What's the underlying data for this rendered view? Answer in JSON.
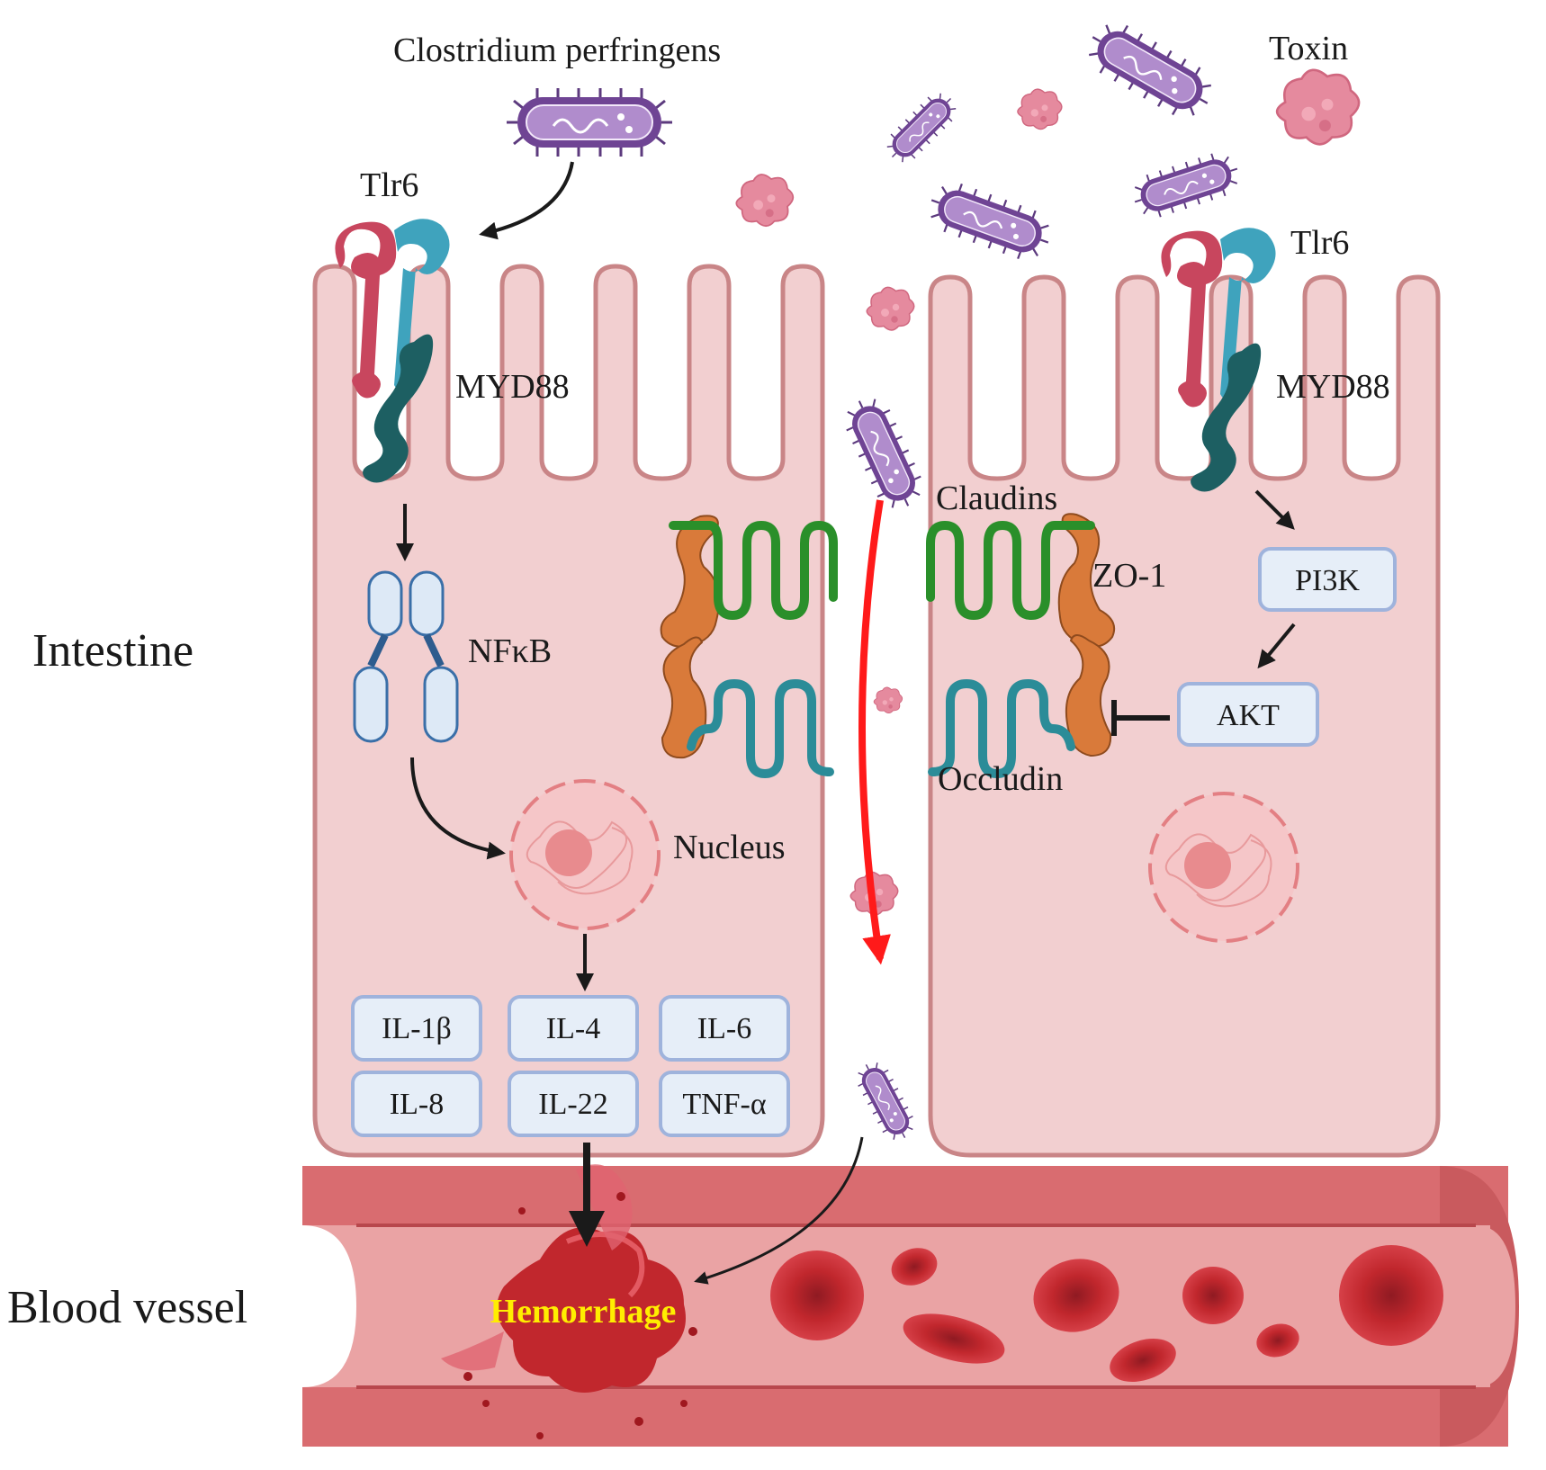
{
  "side_labels": {
    "intestine": "Intestine",
    "blood_vessel": "Blood vessel"
  },
  "organisms": {
    "bacterium": "Clostridium perfringens",
    "toxin": "Toxin"
  },
  "receptors": {
    "tlr6_left": "Tlr6",
    "tlr6_right": "Tlr6",
    "myd88_left": "MYD88",
    "myd88_right": "MYD88"
  },
  "signaling": {
    "nfkb": "NFκB",
    "nucleus": "Nucleus",
    "pi3k": "PI3K",
    "akt": "AKT"
  },
  "tight_junction": {
    "claudins": "Claudins",
    "zo1": "ZO-1",
    "occludin": "Occludin"
  },
  "cytokines": [
    "IL-1β",
    "IL-4",
    "IL-6",
    "IL-8",
    "IL-22",
    "TNF-α"
  ],
  "outcome": {
    "hemorrhage": "Hemorrhage"
  },
  "colors": {
    "cell_fill": "#f2cfd0",
    "cell_stroke": "#c98587",
    "bacterium": "#9a6bb8",
    "toxin": "#e58a9e",
    "tlr6_red": "#c8465e",
    "tlr6_blue": "#3fa3bd",
    "myd88": "#1d5f62",
    "claudin": "#2a8f2a",
    "occludin": "#2b8c98",
    "zo1": "#d97a3a",
    "red_arrow": "#ff1a1a",
    "vessel_wall": "#d96c70",
    "vessel_lumen": "#eaa3a4",
    "rbc": "#c1272d",
    "hemorrhage_text": "#ffee00"
  }
}
